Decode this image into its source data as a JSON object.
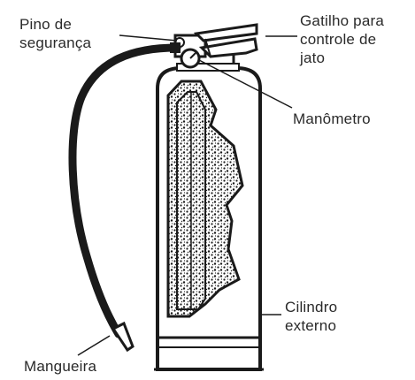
{
  "labels": {
    "pino": [
      "Pino de",
      "segurança"
    ],
    "gatilho": [
      "Gatilho para",
      "controle de",
      "jato"
    ],
    "manometro": "Manômetro",
    "cilindro": [
      "Cilindro",
      "externo"
    ],
    "mangueira": "Mangueira"
  },
  "colors": {
    "ink": "#1a1a1a",
    "text": "#2a2a2a",
    "background": "#ffffff"
  }
}
